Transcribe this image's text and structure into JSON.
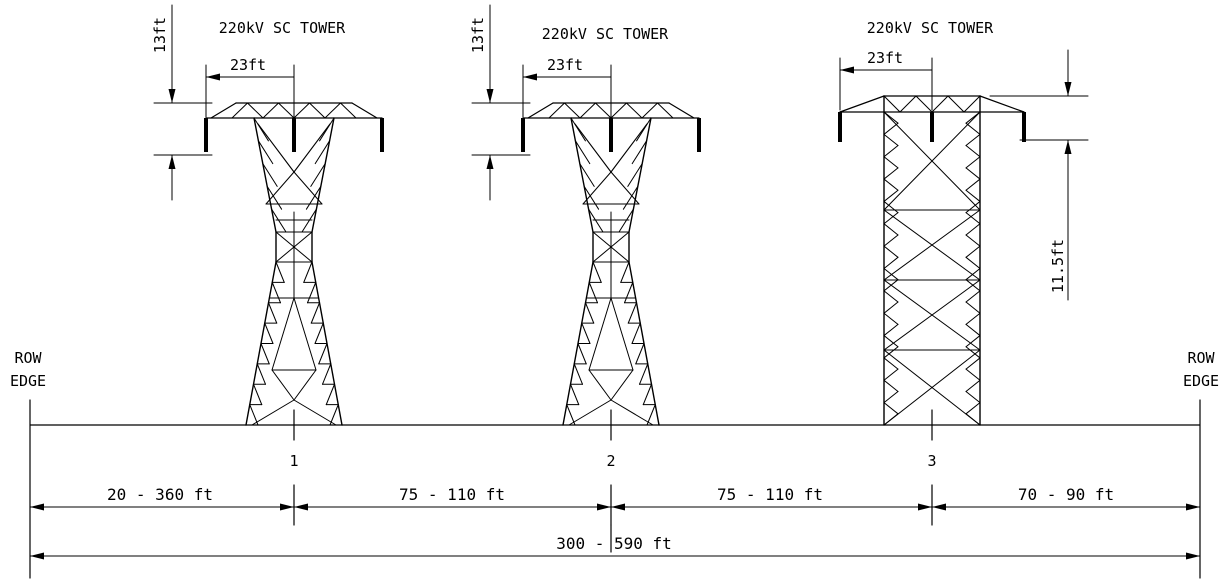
{
  "towers": [
    {
      "title": "220kV SC TOWER",
      "width_dim": "23ft",
      "height_dim": "13ft",
      "number": "1"
    },
    {
      "title": "220kV SC TOWER",
      "width_dim": "23ft",
      "height_dim": "13ft",
      "number": "2"
    },
    {
      "title": "220kV SC TOWER",
      "width_dim": "23ft",
      "height_dim": "11.5ft",
      "number": "3"
    }
  ],
  "row_edge": {
    "left": [
      "ROW",
      "EDGE"
    ],
    "right": [
      "ROW",
      "EDGE"
    ]
  },
  "spacings": [
    "20 - 360 ft",
    "75 - 110 ft",
    "75 - 110 ft",
    "70 - 90 ft"
  ],
  "total": "300 - 590 ft",
  "colors": {
    "line": "#000000",
    "background": "#ffffff"
  }
}
